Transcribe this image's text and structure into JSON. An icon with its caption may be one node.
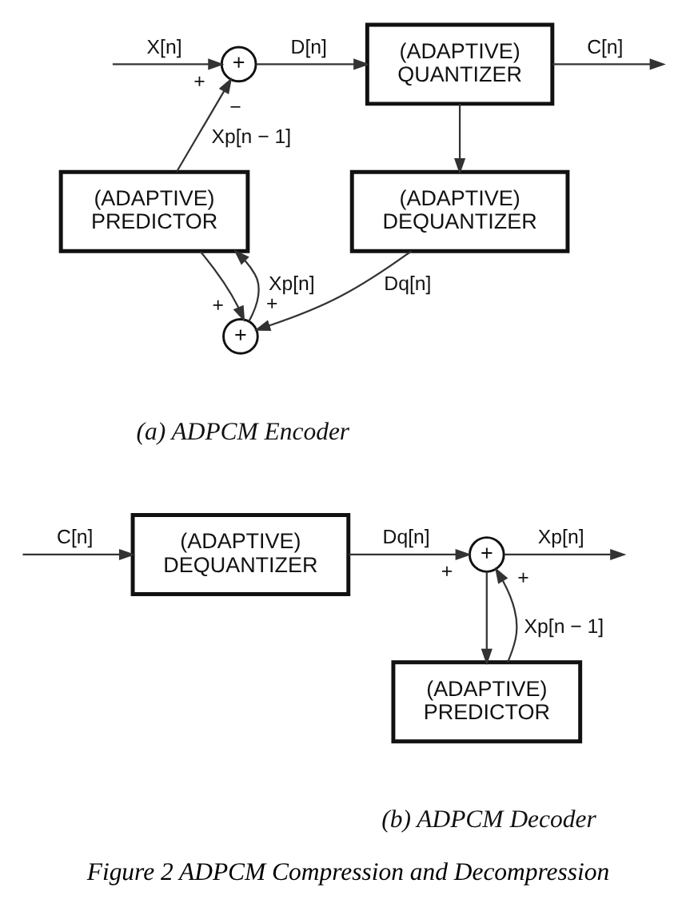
{
  "diagram": {
    "caption": "Figure 2 ADPCM Compression and Decompression",
    "nodes": [
      {
        "text": [
          "+"
        ],
        "beside": [
          "+",
          "−"
        ]
      },
      {
        "text": [
          "(ADAPTIVE) QUANTIZER"
        ]
      },
      {
        "text": [
          "(ADAPTIVE) PREDICTOR"
        ]
      },
      {
        "text": [
          "(ADAPTIVE) DEQUANTIZER"
        ]
      },
      {
        "text": [
          "+"
        ],
        "beside": [
          "+",
          "+"
        ]
      },
      {
        "text": [
          "(ADAPTIVE) DEQUANTIZER"
        ]
      },
      {
        "text": [
          "+"
        ],
        "beside": [
          "+",
          "+"
        ]
      },
      {
        "text": [
          "(ADAPTIVE) PREDICTOR"
        ]
      }
    ],
    "edges": [
      {
        "from": null,
        "to": 0,
        "arrow": "to",
        "label": "X[n]"
      },
      {
        "from": 0,
        "to": 1,
        "arrow": "to",
        "label": "D[n]"
      },
      {
        "from": 1,
        "to": null,
        "arrow": "to",
        "label": "C[n]"
      },
      {
        "from": 1,
        "to": 3,
        "arrow": "to"
      },
      {
        "from": 3,
        "to": 4,
        "arrow": "to",
        "label": "Dq[n]"
      },
      {
        "from": 4,
        "to": 2,
        "arrow": "to",
        "label": "Xp[n]"
      },
      {
        "from": 2,
        "to": 0,
        "arrow": "to",
        "label": "Xp[n − 1]"
      },
      {
        "from": 2,
        "to": 4,
        "arrow": "to"
      },
      {
        "from": null,
        "to": 5,
        "arrow": "to",
        "label": "C[n]"
      },
      {
        "from": 5,
        "to": 6,
        "arrow": "to",
        "label": "Dq[n]"
      },
      {
        "from": 6,
        "to": null,
        "arrow": "to",
        "label": "Xp[n]"
      },
      {
        "from": 6,
        "to": 7,
        "arrow": "to"
      },
      {
        "from": 7,
        "to": 6,
        "arrow": "to",
        "label": "Xp[n − 1]"
      }
    ],
    "labels": [
      "(a) ADPCM Encoder",
      "(b) ADPCM Decoder"
    ]
  }
}
